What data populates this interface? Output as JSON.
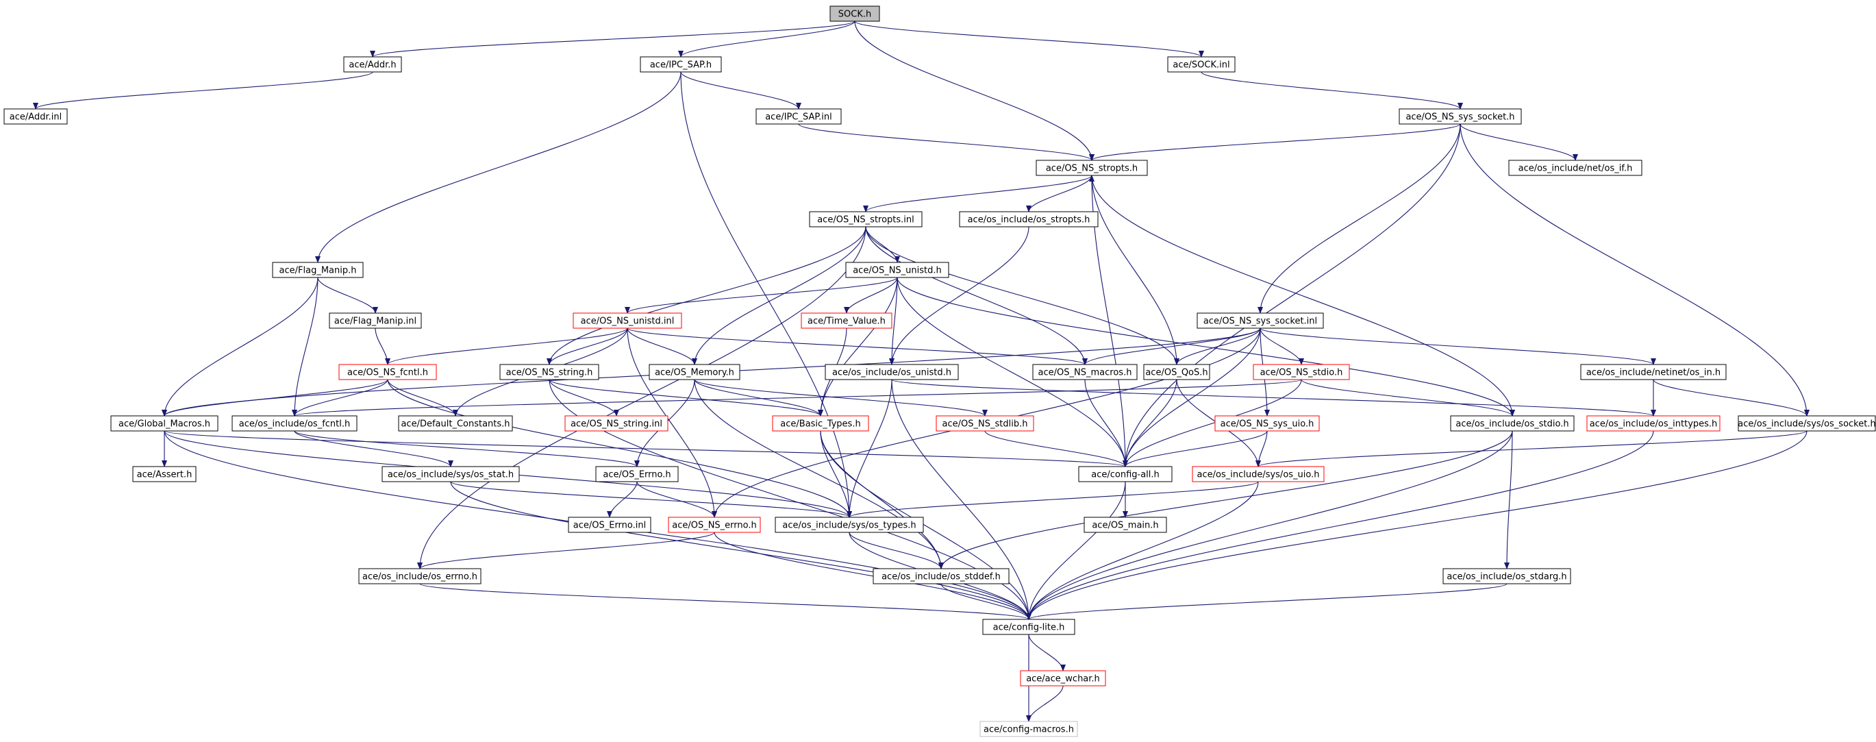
{
  "nodes": [
    {
      "id": "sock_h",
      "label": "SOCK.h",
      "style": "root"
    },
    {
      "id": "addr_h",
      "label": "ace/Addr.h",
      "style": "normal"
    },
    {
      "id": "ipc_sap_h",
      "label": "ace/IPC_SAP.h",
      "style": "normal"
    },
    {
      "id": "sock_inl",
      "label": "ace/SOCK.inl",
      "style": "normal"
    },
    {
      "id": "addr_inl",
      "label": "ace/Addr.inl",
      "style": "normal"
    },
    {
      "id": "ipc_sap_inl",
      "label": "ace/IPC_SAP.inl",
      "style": "normal"
    },
    {
      "id": "sys_socket_h",
      "label": "ace/OS_NS_sys_socket.h",
      "style": "normal"
    },
    {
      "id": "stropts_h",
      "label": "ace/OS_NS_stropts.h",
      "style": "normal"
    },
    {
      "id": "net_if_h",
      "label": "ace/os_include/net/os_if.h",
      "style": "normal"
    },
    {
      "id": "stropts_inl",
      "label": "ace/OS_NS_stropts.inl",
      "style": "normal"
    },
    {
      "id": "os_stropts_h",
      "label": "ace/os_include/os_stropts.h",
      "style": "normal"
    },
    {
      "id": "flag_manip_h",
      "label": "ace/Flag_Manip.h",
      "style": "normal"
    },
    {
      "id": "unistd_h",
      "label": "ace/OS_NS_unistd.h",
      "style": "normal"
    },
    {
      "id": "flag_manip_inl",
      "label": "ace/Flag_Manip.inl",
      "style": "normal"
    },
    {
      "id": "unistd_inl",
      "label": "ace/OS_NS_unistd.inl",
      "style": "red"
    },
    {
      "id": "time_value_h",
      "label": "ace/Time_Value.h",
      "style": "red"
    },
    {
      "id": "sys_socket_inl",
      "label": "ace/OS_NS_sys_socket.inl",
      "style": "normal"
    },
    {
      "id": "fcntl_h",
      "label": "ace/OS_NS_fcntl.h",
      "style": "red"
    },
    {
      "id": "string_h",
      "label": "ace/OS_NS_string.h",
      "style": "normal"
    },
    {
      "id": "memory_h",
      "label": "ace/OS_Memory.h",
      "style": "normal"
    },
    {
      "id": "os_unistd_h",
      "label": "ace/os_include/os_unistd.h",
      "style": "normal"
    },
    {
      "id": "macros_h",
      "label": "ace/OS_NS_macros.h",
      "style": "normal"
    },
    {
      "id": "qos_h",
      "label": "ace/OS_QoS.h",
      "style": "normal"
    },
    {
      "id": "stdio_h",
      "label": "ace/OS_NS_stdio.h",
      "style": "red"
    },
    {
      "id": "netinet_in_h",
      "label": "ace/os_include/netinet/os_in.h",
      "style": "normal"
    },
    {
      "id": "global_macros_h",
      "label": "ace/Global_Macros.h",
      "style": "normal"
    },
    {
      "id": "os_fcntl_h",
      "label": "ace/os_include/os_fcntl.h",
      "style": "normal"
    },
    {
      "id": "default_constants_h",
      "label": "ace/Default_Constants.h",
      "style": "normal"
    },
    {
      "id": "string_inl",
      "label": "ace/OS_NS_string.inl",
      "style": "red"
    },
    {
      "id": "basic_types_h",
      "label": "ace/Basic_Types.h",
      "style": "red"
    },
    {
      "id": "stdlib_h",
      "label": "ace/OS_NS_stdlib.h",
      "style": "red"
    },
    {
      "id": "sys_uio_h",
      "label": "ace/OS_NS_sys_uio.h",
      "style": "red"
    },
    {
      "id": "os_stdio_h",
      "label": "ace/os_include/os_stdio.h",
      "style": "normal"
    },
    {
      "id": "inttypes_h",
      "label": "ace/os_include/os_inttypes.h",
      "style": "red"
    },
    {
      "id": "sys_os_socket_h",
      "label": "ace/os_include/sys/os_socket.h",
      "style": "normal"
    },
    {
      "id": "assert_h",
      "label": "ace/Assert.h",
      "style": "normal"
    },
    {
      "id": "os_stat_h",
      "label": "ace/os_include/sys/os_stat.h",
      "style": "normal"
    },
    {
      "id": "errno_h",
      "label": "ace/OS_Errno.h",
      "style": "normal"
    },
    {
      "id": "config_all_h",
      "label": "ace/config-all.h",
      "style": "normal"
    },
    {
      "id": "os_uio_h",
      "label": "ace/os_include/sys/os_uio.h",
      "style": "red"
    },
    {
      "id": "errno_inl",
      "label": "ace/OS_Errno.inl",
      "style": "normal"
    },
    {
      "id": "ns_errno_h",
      "label": "ace/OS_NS_errno.h",
      "style": "red"
    },
    {
      "id": "os_types_h",
      "label": "ace/os_include/sys/os_types.h",
      "style": "normal"
    },
    {
      "id": "os_main_h",
      "label": "ace/OS_main.h",
      "style": "normal"
    },
    {
      "id": "os_errno_h",
      "label": "ace/os_include/os_errno.h",
      "style": "normal"
    },
    {
      "id": "os_stddef_h",
      "label": "ace/os_include/os_stddef.h",
      "style": "normal"
    },
    {
      "id": "os_stdarg_h",
      "label": "ace/os_include/os_stdarg.h",
      "style": "normal"
    },
    {
      "id": "config_lite_h",
      "label": "ace/config-lite.h",
      "style": "normal"
    },
    {
      "id": "ace_wchar_h",
      "label": "ace/ace_wchar.h",
      "style": "red"
    },
    {
      "id": "config_macros_h",
      "label": "ace/config-macros.h",
      "style": "gray"
    }
  ],
  "edges": [
    [
      "sock_h",
      "addr_h"
    ],
    [
      "sock_h",
      "ipc_sap_h"
    ],
    [
      "sock_h",
      "sock_inl"
    ],
    [
      "sock_h",
      "stropts_h"
    ],
    [
      "addr_h",
      "addr_inl"
    ],
    [
      "ipc_sap_h",
      "ipc_sap_inl"
    ],
    [
      "ipc_sap_h",
      "flag_manip_h"
    ],
    [
      "ipc_sap_h",
      "os_types_h"
    ],
    [
      "ipc_sap_inl",
      "stropts_h"
    ],
    [
      "sock_inl",
      "sys_socket_h"
    ],
    [
      "sys_socket_h",
      "stropts_h"
    ],
    [
      "sys_socket_h",
      "net_if_h"
    ],
    [
      "sys_socket_h",
      "sys_socket_inl"
    ],
    [
      "sys_socket_h",
      "sys_os_socket_h"
    ],
    [
      "sys_socket_h",
      "config_all_h"
    ],
    [
      "stropts_h",
      "stropts_inl"
    ],
    [
      "stropts_h",
      "os_stropts_h"
    ],
    [
      "stropts_h",
      "os_stdio_h"
    ],
    [
      "stropts_h",
      "config_all_h"
    ],
    [
      "stropts_inl",
      "unistd_h"
    ],
    [
      "stropts_inl",
      "string_h"
    ],
    [
      "stropts_inl",
      "memory_h"
    ],
    [
      "stropts_inl",
      "macros_h"
    ],
    [
      "stropts_inl",
      "qos_h"
    ],
    [
      "stropts_inl",
      "os_errno_h"
    ],
    [
      "os_stropts_h",
      "os_unistd_h"
    ],
    [
      "flag_manip_h",
      "flag_manip_inl"
    ],
    [
      "flag_manip_h",
      "global_macros_h"
    ],
    [
      "flag_manip_h",
      "os_fcntl_h"
    ],
    [
      "flag_manip_inl",
      "fcntl_h"
    ],
    [
      "unistd_h",
      "unistd_inl"
    ],
    [
      "unistd_h",
      "time_value_h"
    ],
    [
      "unistd_h",
      "basic_types_h"
    ],
    [
      "unistd_h",
      "os_unistd_h"
    ],
    [
      "unistd_h",
      "config_all_h"
    ],
    [
      "unistd_h",
      "os_stdio_h"
    ],
    [
      "unistd_inl",
      "fcntl_h"
    ],
    [
      "unistd_inl",
      "string_h"
    ],
    [
      "unistd_inl",
      "memory_h"
    ],
    [
      "unistd_inl",
      "macros_h"
    ],
    [
      "unistd_inl",
      "default_constants_h"
    ],
    [
      "unistd_inl",
      "ns_errno_h"
    ],
    [
      "time_value_h",
      "basic_types_h"
    ],
    [
      "sys_socket_inl",
      "macros_h"
    ],
    [
      "sys_socket_inl",
      "qos_h"
    ],
    [
      "sys_socket_inl",
      "stdio_h"
    ],
    [
      "sys_socket_inl",
      "netinet_in_h"
    ],
    [
      "sys_socket_inl",
      "global_macros_h"
    ],
    [
      "sys_socket_inl",
      "ns_errno_h"
    ],
    [
      "sys_socket_inl",
      "sys_uio_h"
    ],
    [
      "sys_socket_inl",
      "config_all_h"
    ],
    [
      "fcntl_h",
      "global_macros_h"
    ],
    [
      "fcntl_h",
      "os_fcntl_h"
    ],
    [
      "fcntl_h",
      "default_constants_h"
    ],
    [
      "fcntl_h",
      "os_types_h"
    ],
    [
      "string_h",
      "string_inl"
    ],
    [
      "string_h",
      "basic_types_h"
    ],
    [
      "string_h",
      "config_lite_h"
    ],
    [
      "memory_h",
      "basic_types_h"
    ],
    [
      "memory_h",
      "stdlib_h"
    ],
    [
      "memory_h",
      "errno_h"
    ],
    [
      "memory_h",
      "os_stddef_h"
    ],
    [
      "os_unistd_h",
      "inttypes_h"
    ],
    [
      "os_unistd_h",
      "os_types_h"
    ],
    [
      "os_unistd_h",
      "config_lite_h"
    ],
    [
      "macros_h",
      "config_all_h"
    ],
    [
      "qos_h",
      "stropts_h"
    ],
    [
      "qos_h",
      "os_uio_h"
    ],
    [
      "qos_h",
      "config_all_h"
    ],
    [
      "stdio_h",
      "os_stdio_h"
    ],
    [
      "stdio_h",
      "os_fcntl_h"
    ],
    [
      "stdio_h",
      "config_all_h"
    ],
    [
      "netinet_in_h",
      "inttypes_h"
    ],
    [
      "netinet_in_h",
      "sys_os_socket_h"
    ],
    [
      "global_macros_h",
      "assert_h"
    ],
    [
      "global_macros_h",
      "config_all_h"
    ],
    [
      "global_macros_h",
      "os_types_h"
    ],
    [
      "global_macros_h",
      "config_lite_h"
    ],
    [
      "os_fcntl_h",
      "os_stat_h"
    ],
    [
      "os_fcntl_h",
      "errno_h"
    ],
    [
      "basic_types_h",
      "os_types_h"
    ],
    [
      "basic_types_h",
      "os_stddef_h"
    ],
    [
      "basic_types_h",
      "config_lite_h"
    ],
    [
      "stdlib_h",
      "config_all_h"
    ],
    [
      "sys_uio_h",
      "os_uio_h"
    ],
    [
      "sys_uio_h",
      "config_all_h"
    ],
    [
      "os_stdio_h",
      "os_stdarg_h"
    ],
    [
      "os_stdio_h",
      "os_stddef_h"
    ],
    [
      "os_stdio_h",
      "config_lite_h"
    ],
    [
      "inttypes_h",
      "config_lite_h"
    ],
    [
      "sys_os_socket_h",
      "os_uio_h"
    ],
    [
      "sys_os_socket_h",
      "config_lite_h"
    ],
    [
      "os_stat_h",
      "os_types_h"
    ],
    [
      "os_stat_h",
      "config_lite_h"
    ],
    [
      "errno_h",
      "errno_inl"
    ],
    [
      "errno_h",
      "ns_errno_h"
    ],
    [
      "config_all_h",
      "os_main_h"
    ],
    [
      "config_all_h",
      "config_lite_h"
    ],
    [
      "os_uio_h",
      "os_types_h"
    ],
    [
      "os_uio_h",
      "config_lite_h"
    ],
    [
      "ns_errno_h",
      "os_errno_h"
    ],
    [
      "ns_errno_h",
      "config_lite_h"
    ],
    [
      "os_types_h",
      "os_stddef_h"
    ],
    [
      "os_types_h",
      "config_lite_h"
    ],
    [
      "os_errno_h",
      "config_lite_h"
    ],
    [
      "os_stddef_h",
      "config_lite_h"
    ],
    [
      "os_stdarg_h",
      "config_lite_h"
    ],
    [
      "config_lite_h",
      "ace_wchar_h"
    ],
    [
      "config_lite_h",
      "config_macros_h"
    ],
    [
      "ace_wchar_h",
      "config_macros_h"
    ]
  ]
}
